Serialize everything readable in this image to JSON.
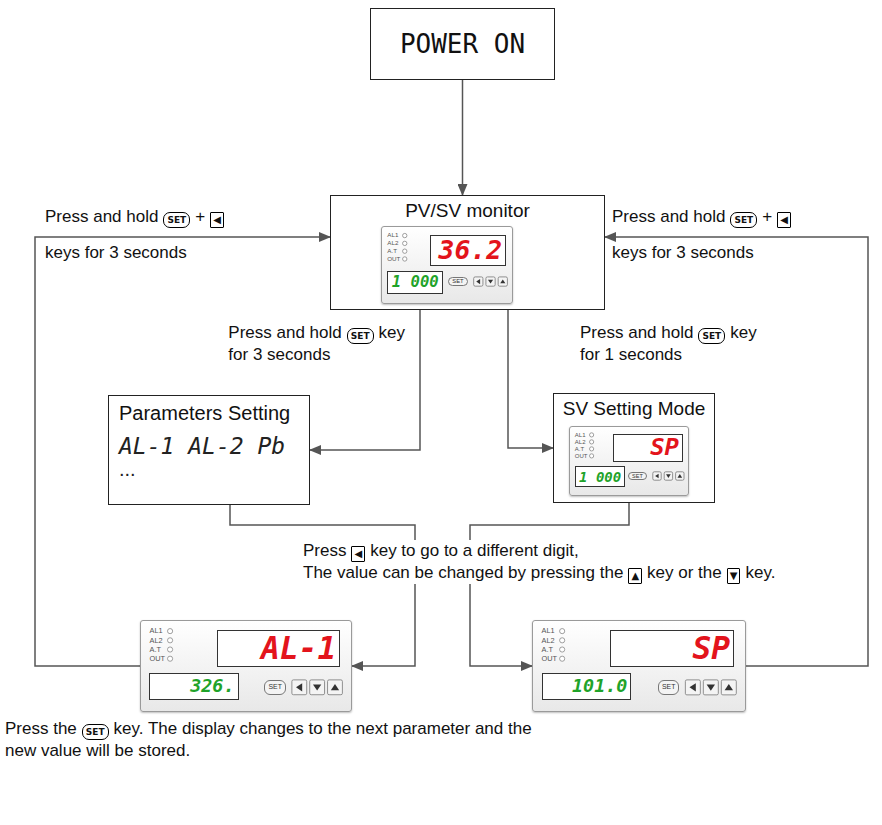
{
  "diagram": {
    "nodes": [
      {
        "text": [
          "POWER ON"
        ]
      },
      {
        "text": [
          "PV/SV monitor"
        ]
      },
      {
        "text": [
          "36.2",
          "1 000",
          "AL1",
          "AL2",
          "A.T",
          "OUT",
          "SET"
        ],
        "in": 1
      },
      {
        "text": [
          "Parameters Setting",
          "AL-1 AL-2 Pb",
          "..."
        ]
      },
      {
        "text": [
          "SV Setting Mode"
        ]
      },
      {
        "text": [
          "SP",
          "1 000",
          "AL1",
          "AL2",
          "A.T",
          "OUT",
          "SET"
        ],
        "in": 4
      },
      {
        "text": [
          "AL-1",
          "326.",
          "AL1",
          "AL2",
          "A.T",
          "OUT",
          "SET"
        ]
      },
      {
        "text": [
          "SP",
          "101.0",
          "AL1",
          "AL2",
          "A.T",
          "OUT",
          "SET"
        ]
      }
    ],
    "edges": [
      {
        "from": 0,
        "to": 1,
        "arrow": "to"
      },
      {
        "from": 1,
        "to": 3,
        "arrow": "to"
      },
      {
        "from": 1,
        "to": 4,
        "arrow": "to"
      },
      {
        "from": 3,
        "to": 6,
        "arrow": "to"
      },
      {
        "from": 4,
        "to": 7,
        "arrow": "to"
      },
      {
        "from": 6,
        "to": 1,
        "arrow": "to"
      },
      {
        "from": 7,
        "to": 1,
        "arrow": "to"
      }
    ],
    "labels": [
      "Press and hold",
      "SET",
      "+",
      "◀",
      "keys for 3 seconds",
      "Press and hold",
      "SET",
      "+",
      "◀",
      "keys for 3 seconds",
      "Press and hold",
      "SET",
      "key",
      "for 3 seconds",
      "Press and hold",
      "SET",
      "key",
      "for 1 seconds",
      "Press",
      "◀",
      "key to go to a different digit,",
      "The value can be changed by pressing the",
      "▲",
      "key or the",
      "▼",
      "key.",
      "Press the",
      "SET",
      "key. The display changes to the next parameter and the new value will be stored."
    ]
  }
}
